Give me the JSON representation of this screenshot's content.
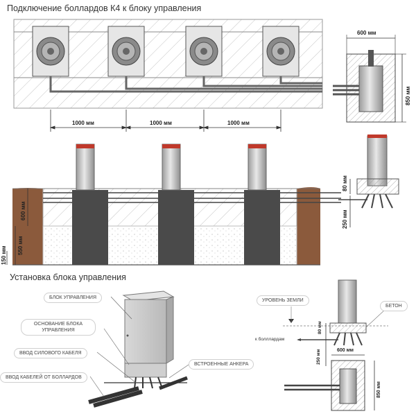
{
  "titles": {
    "connection": "Подключение боллардов К4 к блоку управления",
    "install": "Установка блока управления"
  },
  "spacing": {
    "d1": "1000 мм",
    "d2": "1000 мм",
    "d3": "1000 мм"
  },
  "foundation_plan": {
    "width": "600 мм",
    "depth": "850 мм"
  },
  "side_section": {
    "dim_600": "600 мм",
    "dim_550": "550 мм",
    "dim_150": "150 мм"
  },
  "bollard_detail": {
    "dim_80": "80 мм",
    "dim_250": "250 мм"
  },
  "control_unit_labels": {
    "unit": "БЛОК УПРАВЛЕНИЯ",
    "base": "ОСНОВАНИЕ БЛОКА УПРАВЛЕНИЯ",
    "power_cable": "ВВОД СИЛОВОГО КАБЕЛЯ",
    "bollard_cables": "ВВОД КАБЕЛЕЙ ОТ БОЛЛАРДОВ",
    "anchors": "ВСТРОЕННЫЕ АНКЕРА"
  },
  "install_detail": {
    "ground_level": "УРОВЕНЬ ЗЕМЛИ",
    "concrete": "БЕТОН",
    "to_bollards": "к болллардам",
    "dim_80": "80 мм",
    "dim_250": "250 мм",
    "dim_600": "600 мм",
    "dim_850": "850 мм"
  },
  "colors": {
    "hatch": "#bbbbbb",
    "dark_foundation": "#4a4a4a",
    "soil": "#8b5a3c",
    "steel": "#c8c8c8",
    "red_band": "#c0392b"
  }
}
